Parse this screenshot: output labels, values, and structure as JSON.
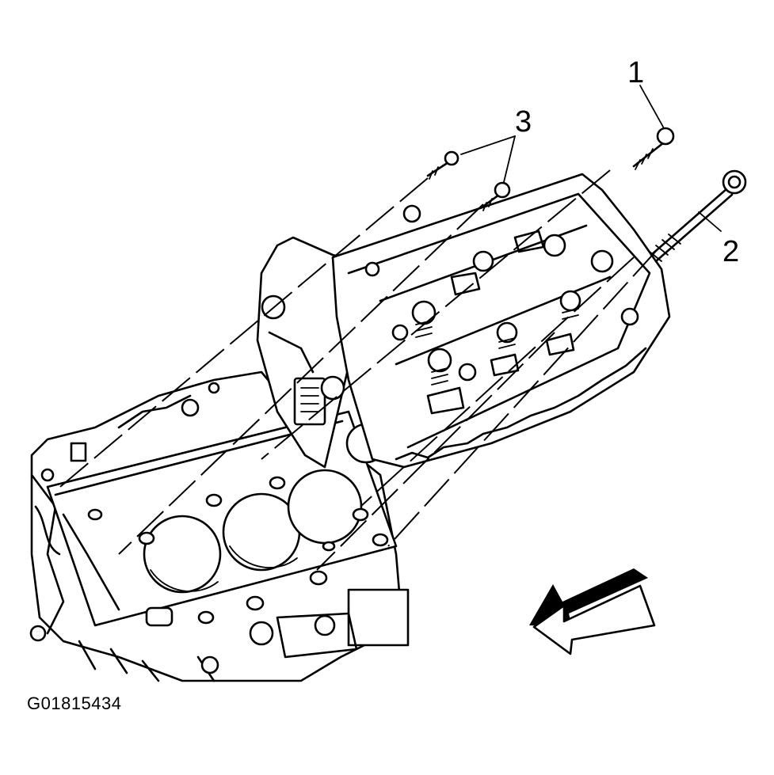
{
  "figure": {
    "id_label": "G01815434"
  },
  "callouts": [
    {
      "number": "1",
      "part": "bolt"
    },
    {
      "number": "2",
      "part": "bolt"
    },
    {
      "number": "3",
      "part": "bolt"
    }
  ],
  "icons": {
    "direction_arrow": "front-direction-arrow-icon"
  }
}
